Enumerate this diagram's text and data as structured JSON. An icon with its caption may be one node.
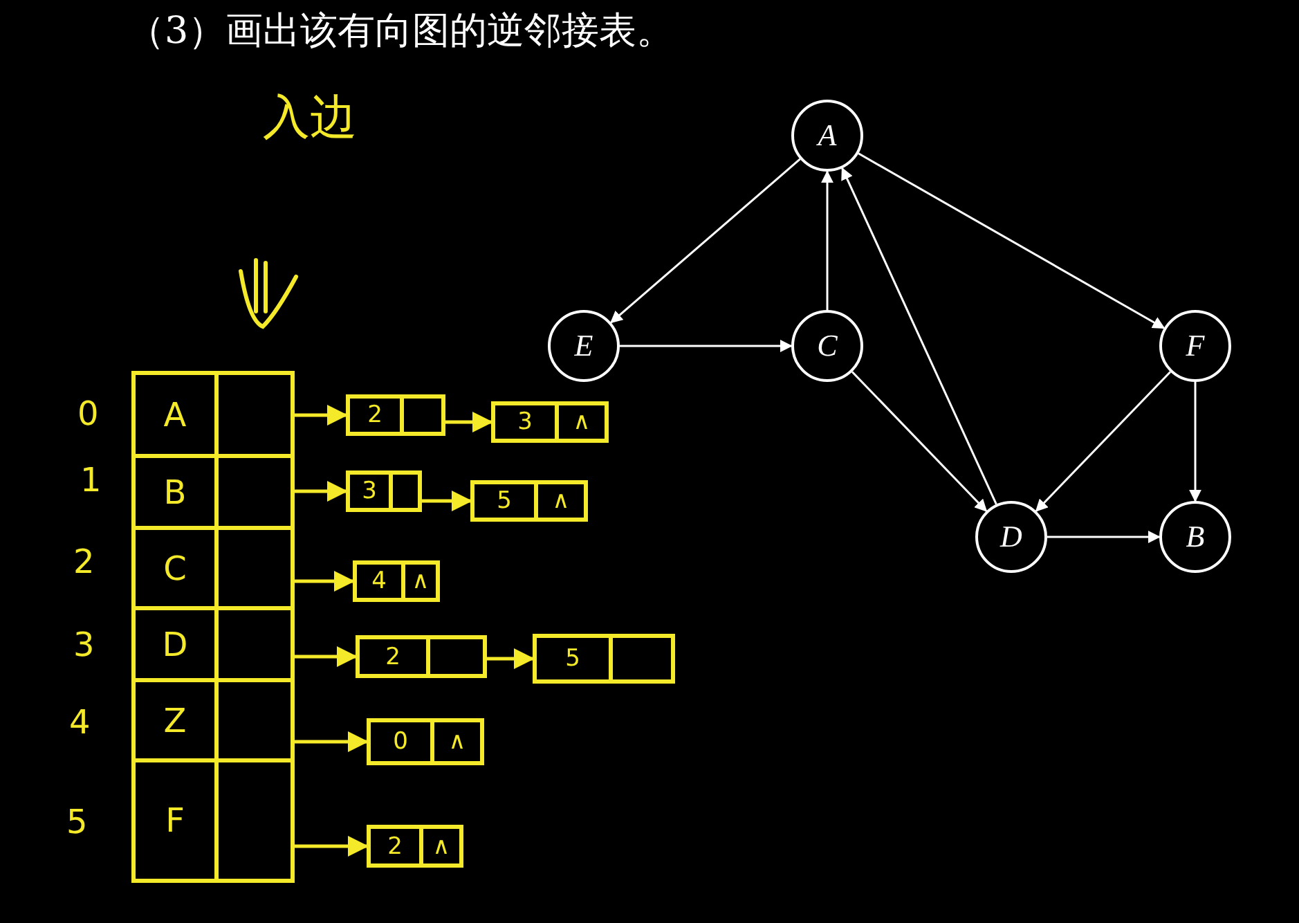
{
  "diagram": {
    "title": "（3）画出该有向图的逆邻接表。",
    "nodes": [
      {
        "text": [
          "A"
        ]
      },
      {
        "text": [
          "E"
        ]
      },
      {
        "text": [
          "C"
        ]
      },
      {
        "text": [
          "F"
        ]
      },
      {
        "text": [
          "D"
        ]
      },
      {
        "text": [
          "B"
        ]
      },
      {
        "text": [],
        "shape": "box"
      },
      {
        "text": [
          "A"
        ],
        "in": 6
      },
      {
        "text": [
          "B"
        ],
        "in": 6
      },
      {
        "text": [
          "C"
        ],
        "in": 6
      },
      {
        "text": [
          "D"
        ],
        "in": 6
      },
      {
        "text": [
          "Z"
        ],
        "in": 6
      },
      {
        "text": [
          "F"
        ],
        "in": 6
      },
      {
        "text": [
          "2"
        ]
      },
      {
        "text": [
          "3",
          "∧"
        ]
      },
      {
        "text": [
          "3"
        ]
      },
      {
        "text": [
          "5",
          "∧"
        ]
      },
      {
        "text": [
          "4",
          "∧"
        ]
      },
      {
        "text": [
          "2"
        ]
      },
      {
        "text": [
          "5"
        ]
      },
      {
        "text": [
          "0",
          "∧"
        ]
      },
      {
        "text": [
          "2",
          "∧"
        ]
      }
    ],
    "edges": [
      {
        "from": 0,
        "to": 1,
        "arrow": "to"
      },
      {
        "from": 0,
        "to": 3,
        "arrow": "to"
      },
      {
        "from": 1,
        "to": 2,
        "arrow": "to"
      },
      {
        "from": 2,
        "to": 0,
        "arrow": "to"
      },
      {
        "from": 2,
        "to": 4,
        "arrow": "to"
      },
      {
        "from": 4,
        "to": 0,
        "arrow": "to"
      },
      {
        "from": 3,
        "to": 4,
        "arrow": "to"
      },
      {
        "from": 3,
        "to": 5,
        "arrow": "to"
      },
      {
        "from": 4,
        "to": 5,
        "arrow": "to"
      },
      {
        "from": 7,
        "to": 13,
        "arrow": "to",
        "color": "#f5ea2a"
      },
      {
        "from": 13,
        "to": 14,
        "arrow": "to",
        "color": "#f5ea2a"
      },
      {
        "from": 8,
        "to": 15,
        "arrow": "to",
        "color": "#f5ea2a"
      },
      {
        "from": 15,
        "to": 16,
        "arrow": "to",
        "color": "#f5ea2a"
      },
      {
        "from": 9,
        "to": 17,
        "arrow": "to",
        "color": "#f5ea2a"
      },
      {
        "from": 10,
        "to": 18,
        "arrow": "to",
        "color": "#f5ea2a"
      },
      {
        "from": 18,
        "to": 19,
        "arrow": "to",
        "color": "#f5ea2a"
      },
      {
        "from": 11,
        "to": 20,
        "arrow": "to",
        "color": "#f5ea2a"
      },
      {
        "from": 12,
        "to": 21,
        "arrow": "to",
        "color": "#f5ea2a"
      }
    ],
    "labels": [
      "入边",
      "0",
      "1",
      "2",
      "3",
      "4",
      "5"
    ]
  }
}
